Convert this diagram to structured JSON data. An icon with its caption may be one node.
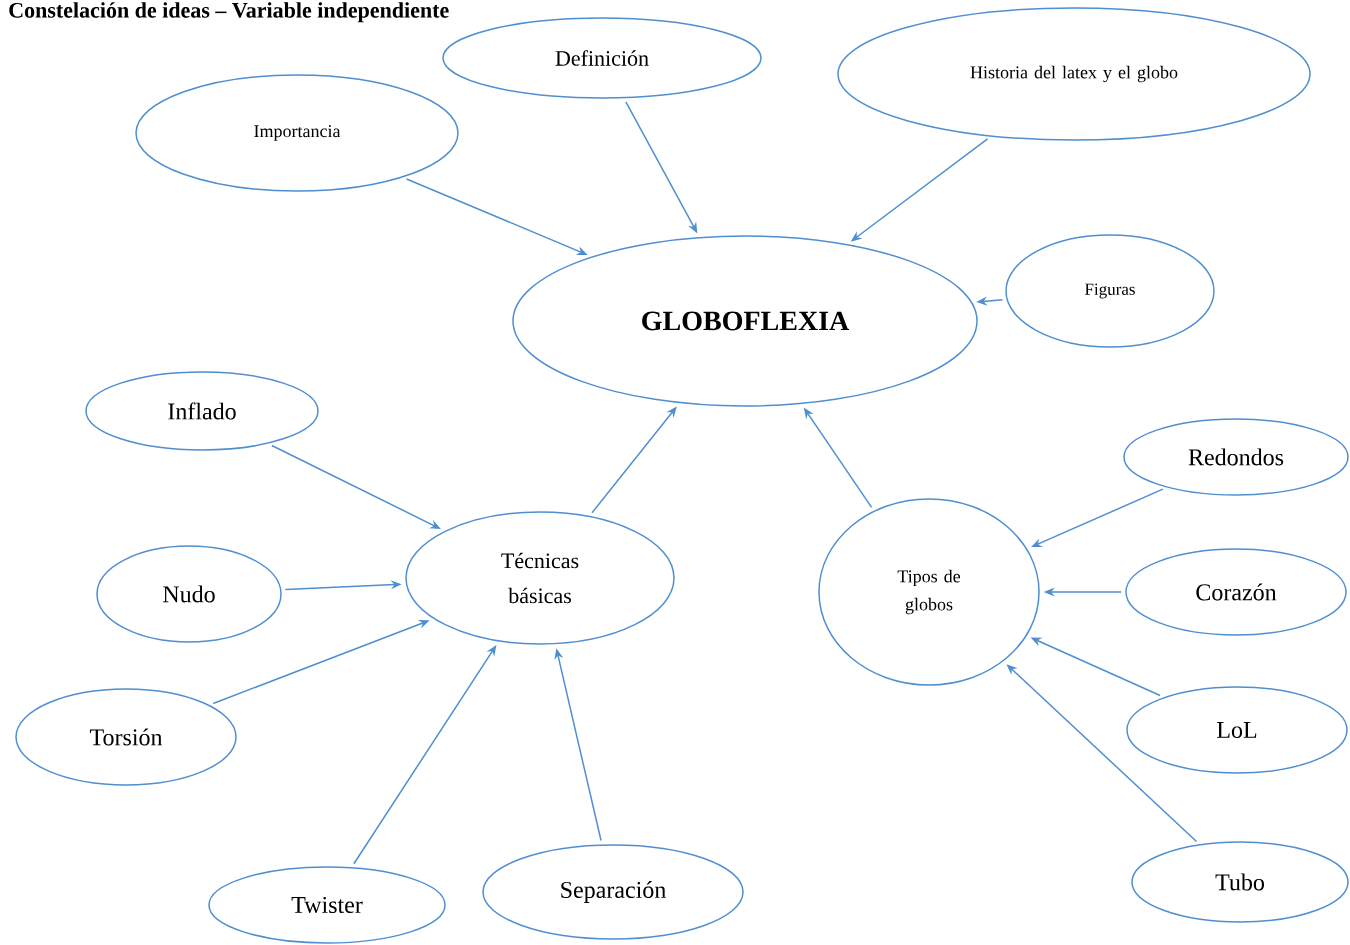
{
  "diagram": {
    "title": "Constelación de ideas – Variable independiente",
    "nodes": [
      {
        "text": [
          "GLOBOFLEXIA"
        ]
      },
      {
        "text": [
          "Importancia"
        ]
      },
      {
        "text": [
          "Definición"
        ]
      },
      {
        "text": [
          "Historia del latex y el globo"
        ]
      },
      {
        "text": [
          "Figuras"
        ]
      },
      {
        "text": [
          "Técnicas básicas"
        ]
      },
      {
        "text": [
          "Tipos de globos"
        ]
      },
      {
        "text": [
          "Inflado"
        ]
      },
      {
        "text": [
          "Nudo"
        ]
      },
      {
        "text": [
          "Torsión"
        ]
      },
      {
        "text": [
          "Twister"
        ]
      },
      {
        "text": [
          "Separación"
        ]
      },
      {
        "text": [
          "Redondos"
        ]
      },
      {
        "text": [
          "Corazón"
        ]
      },
      {
        "text": [
          "LoL"
        ]
      },
      {
        "text": [
          "Tubo"
        ]
      }
    ],
    "edges": [
      {
        "from": 1,
        "to": 0,
        "arrow": "to"
      },
      {
        "from": 2,
        "to": 0,
        "arrow": "to"
      },
      {
        "from": 3,
        "to": 0,
        "arrow": "to"
      },
      {
        "from": 4,
        "to": 0,
        "arrow": "to"
      },
      {
        "from": 5,
        "to": 0,
        "arrow": "to"
      },
      {
        "from": 6,
        "to": 0,
        "arrow": "to"
      },
      {
        "from": 7,
        "to": 5,
        "arrow": "to"
      },
      {
        "from": 8,
        "to": 5,
        "arrow": "to"
      },
      {
        "from": 9,
        "to": 5,
        "arrow": "to"
      },
      {
        "from": 10,
        "to": 5,
        "arrow": "to"
      },
      {
        "from": 11,
        "to": 5,
        "arrow": "to"
      },
      {
        "from": 12,
        "to": 6,
        "arrow": "to"
      },
      {
        "from": 13,
        "to": 6,
        "arrow": "to"
      },
      {
        "from": 14,
        "to": 6,
        "arrow": "to"
      },
      {
        "from": 15,
        "to": 6,
        "arrow": "to"
      }
    ]
  }
}
